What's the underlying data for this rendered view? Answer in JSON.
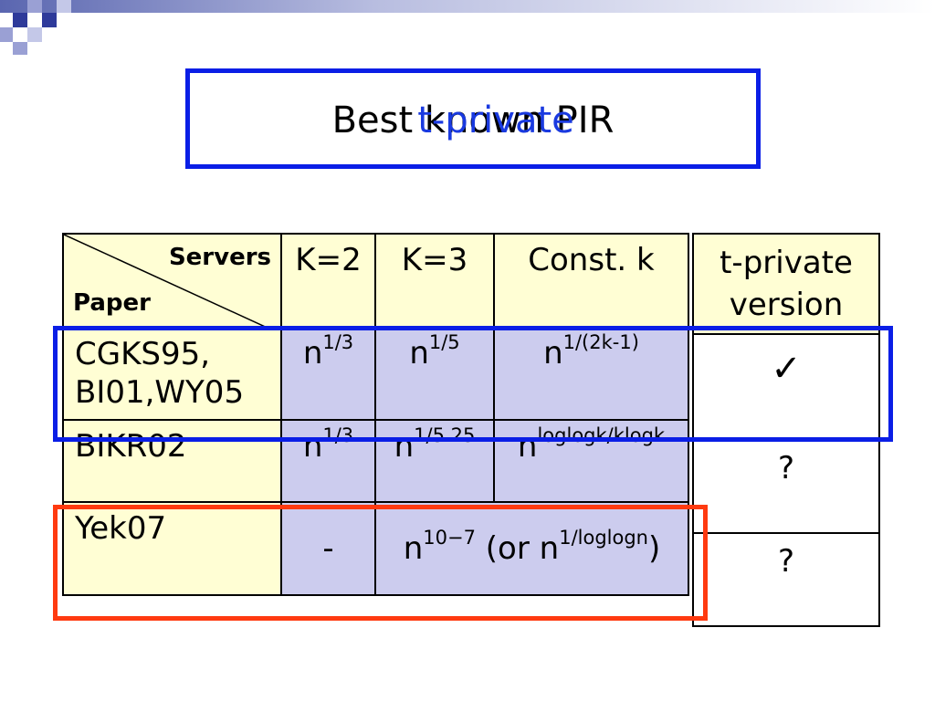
{
  "title": {
    "main": "Best known PIR",
    "overlay": "t-private"
  },
  "table": {
    "header": {
      "servers_label": "Servers",
      "paper_label": "Paper",
      "k2": "K=2",
      "k3": "K=3",
      "constk": "Const. k"
    },
    "rows": [
      {
        "paper": "CGKS95, BI01,WY05",
        "k2_base": "n",
        "k2_exp": "1/3",
        "k3_base": "n",
        "k3_exp": "1/5",
        "constk_base": "n",
        "constk_exp": "1/(2k-1)"
      },
      {
        "paper": "BIKR02",
        "k2_base": "n",
        "k2_exp": "1/3",
        "k3_base": "n",
        "k3_exp": "1/5.25",
        "constk_base": "n",
        "constk_exp": "loglogk/klogk"
      },
      {
        "paper": "Yek07",
        "k2_value": "-",
        "merged_base": "n",
        "merged_exp": "10−7",
        "merged_mid": " (or n",
        "merged_exp2": "1/loglogn",
        "merged_end": ")"
      }
    ]
  },
  "side_table": {
    "header": "t-private version",
    "rows": [
      "✓",
      "?",
      "?"
    ]
  },
  "colors": {
    "blue_frame": "#0a1ee6",
    "red_frame": "#ff3a10",
    "yellow_cell": "#fffed4",
    "lavender_cell": "#ccccee"
  }
}
